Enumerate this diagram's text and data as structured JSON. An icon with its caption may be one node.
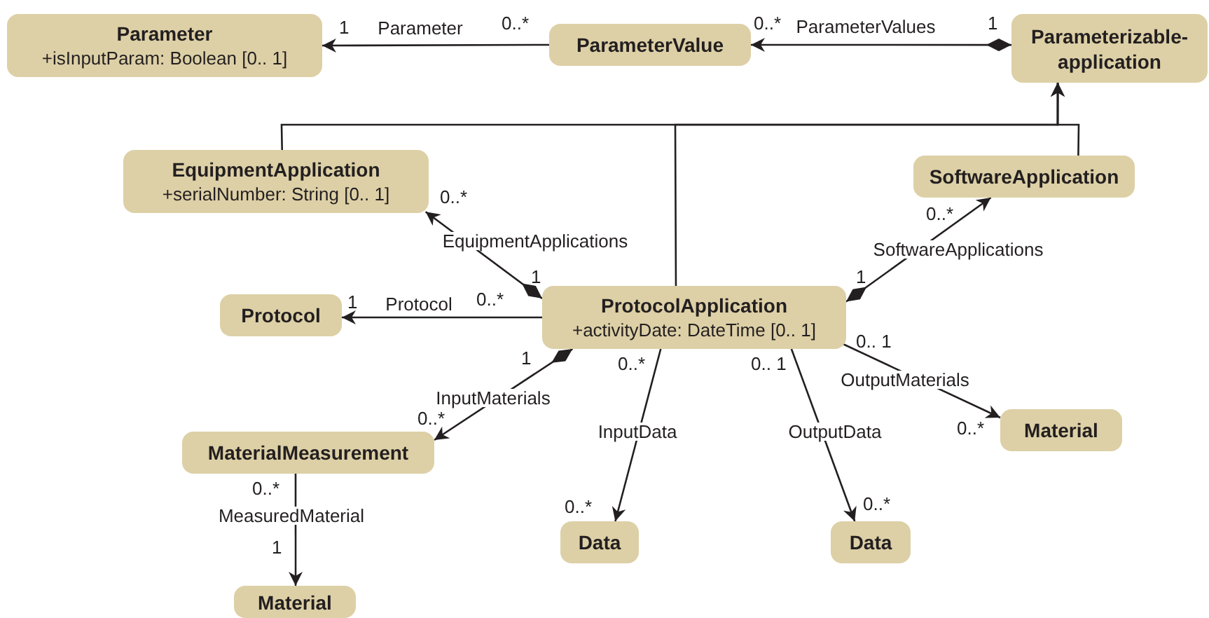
{
  "diagram": {
    "nodes": [
      {
        "text": [
          "Parameter",
          "+isInputParam: Boolean [0.. 1]"
        ]
      },
      {
        "text": [
          "ParameterValue"
        ]
      },
      {
        "text": [
          "Parameterizable-application"
        ]
      },
      {
        "text": [
          "EquipmentApplication",
          "+serialNumber: String [0.. 1]"
        ]
      },
      {
        "text": [
          "SoftwareApplication"
        ]
      },
      {
        "text": [
          "Protocol"
        ]
      },
      {
        "text": [
          "ProtocolApplication",
          "+activityDate: DateTime [0.. 1]"
        ]
      },
      {
        "text": [
          "MaterialMeasurement"
        ]
      },
      {
        "text": [
          "Data"
        ]
      },
      {
        "text": [
          "Data"
        ]
      },
      {
        "text": [
          "Material"
        ]
      },
      {
        "text": [
          "Material"
        ]
      }
    ],
    "edges": [
      {
        "from": 1,
        "to": 0,
        "arrow": "to",
        "label": "Parameter"
      },
      {
        "from": 2,
        "to": 1,
        "arrow": "to",
        "label": "ParameterValues"
      },
      {
        "from": 3,
        "to": 2,
        "arrow": "to"
      },
      {
        "from": 6,
        "to": 2,
        "arrow": "to"
      },
      {
        "from": 4,
        "to": 2,
        "arrow": "to"
      },
      {
        "from": 6,
        "to": 3,
        "arrow": "to",
        "label": "EquipmentApplications"
      },
      {
        "from": 6,
        "to": 4,
        "arrow": "to",
        "label": "SoftwareApplications"
      },
      {
        "from": 6,
        "to": 5,
        "arrow": "to",
        "label": "Protocol"
      },
      {
        "from": 6,
        "to": 7,
        "arrow": "to",
        "label": "InputMaterials"
      },
      {
        "from": 6,
        "to": 8,
        "arrow": "to",
        "label": "InputData"
      },
      {
        "from": 6,
        "to": 9,
        "arrow": "to",
        "label": "OutputData"
      },
      {
        "from": 6,
        "to": 10,
        "arrow": "to",
        "label": "OutputMaterials"
      },
      {
        "from": 7,
        "to": 11,
        "arrow": "to",
        "label": "MeasuredMaterial"
      }
    ],
    "labels": [
      "1",
      "0..*",
      "0..*",
      "1",
      "0..*",
      "0..*",
      "1",
      "1",
      "1",
      "0..*",
      "1",
      "0..*",
      "0.. 1",
      "0.. 1",
      "0..*",
      "0..*",
      "0..*",
      "0..*",
      "0..*",
      "1"
    ]
  }
}
